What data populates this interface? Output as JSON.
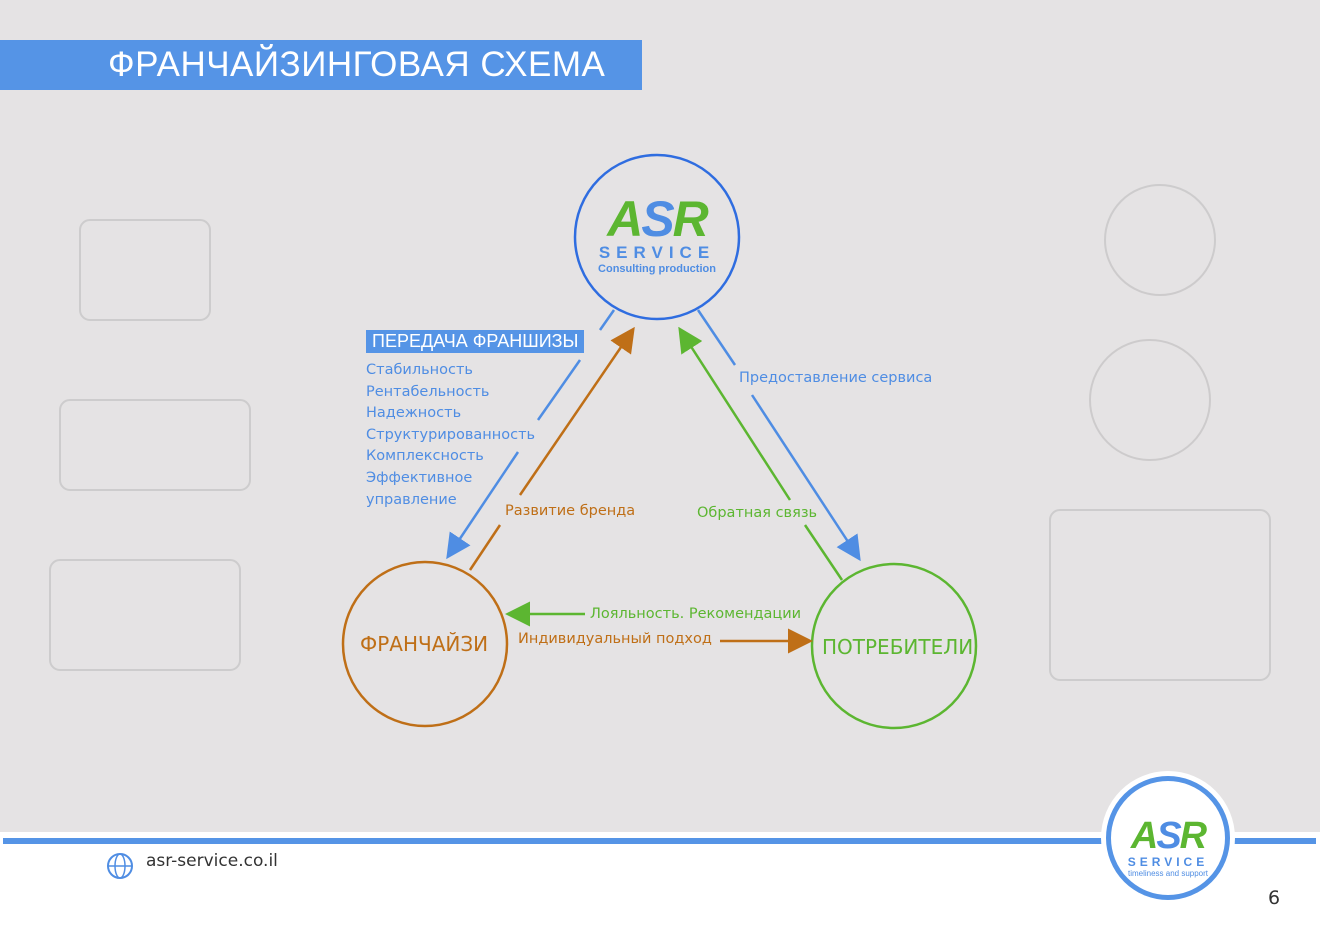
{
  "title": "ФРАНЧАЙЗИНГОВАЯ СХЕМА",
  "center_logo": {
    "brand_a": "A",
    "brand_s": "S",
    "brand_r": "R",
    "service": "SERVICE",
    "tagline": "Consulting production"
  },
  "transfer_label": "ПЕРЕДАЧА ФРАНШИЗЫ",
  "benefits": [
    "Стабильность",
    "Рентабельность",
    "Надежность",
    "Структурированность",
    "Комплексность",
    "Эффективное",
    "управление"
  ],
  "service_label": "Предоставление сервиса",
  "brand_label": "Развитие бренда",
  "feedback_label": "Обратная связь",
  "franchisee": "ФРАНЧАЙЗИ",
  "consumers": "ПОТРЕБИТЕЛИ",
  "loyalty_label": "Лояльность. Рекомендации",
  "individual_label": "Индивидуальный подход",
  "footer": {
    "url": "asr-service.co.il",
    "page": "6",
    "logo_service": "SERVICE",
    "logo_tagline": "timeliness and support"
  },
  "colors": {
    "blue": "#4f8de3",
    "orange": "#bf6f17",
    "green": "#5cb631"
  }
}
